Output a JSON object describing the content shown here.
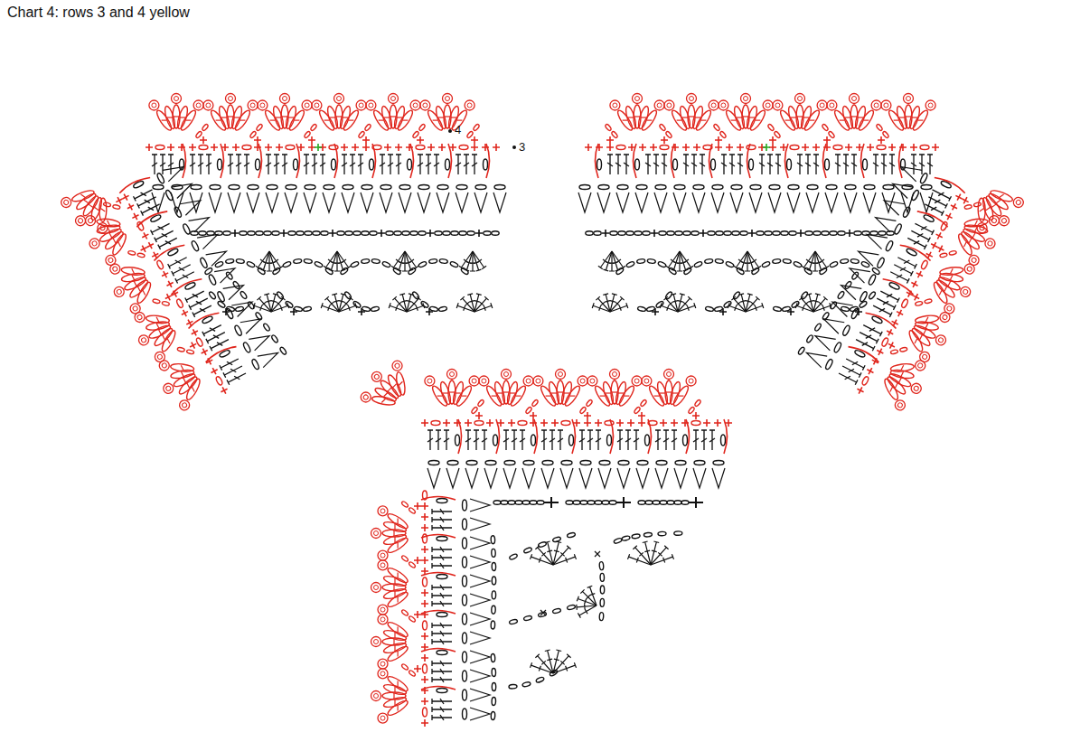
{
  "diagram": {
    "title": "Chart 4: rows 3 and 4 yellow",
    "labels": [
      "4",
      "3"
    ]
  }
}
